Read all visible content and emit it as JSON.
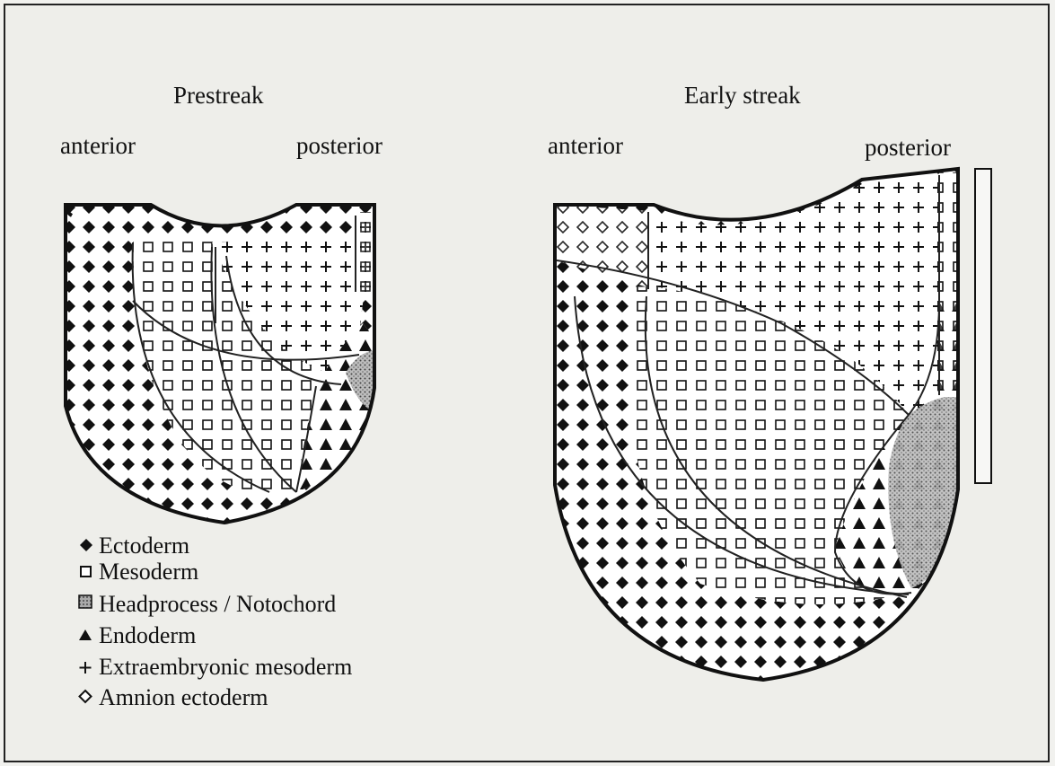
{
  "panels": {
    "prestreak": {
      "title": "Prestreak",
      "anterior": "anterior",
      "posterior": "posterior"
    },
    "early_streak": {
      "title": "Early streak",
      "anterior": "anterior",
      "posterior": "posterior"
    }
  },
  "legend": [
    {
      "symbol": "diamond-filled",
      "label": "Ectoderm"
    },
    {
      "symbol": "square-open",
      "label": "Mesoderm"
    },
    {
      "symbol": "square-stippled",
      "label": "Headprocess / Notochord"
    },
    {
      "symbol": "triangle-filled",
      "label": "Endoderm"
    },
    {
      "symbol": "plus",
      "label": "Extraembryonic mesoderm"
    },
    {
      "symbol": "diamond-open",
      "label": "Amnion ectoderm"
    }
  ],
  "colors": {
    "ink": "#111111",
    "background": "#eeeeea"
  }
}
